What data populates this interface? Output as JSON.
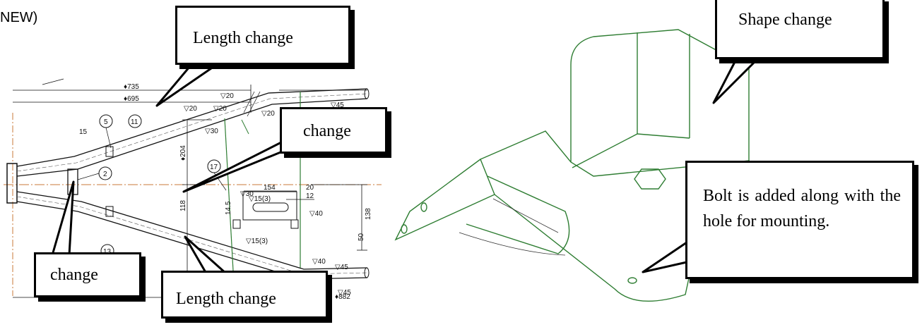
{
  "header_fragment": "NEW)",
  "callouts": {
    "length_top": "Length change",
    "change_middle": "change",
    "change_bottom_left": "change",
    "length_bottom": "Length change",
    "shape": "Shape change",
    "bolt": "Bolt is added along with the hole for mounting."
  },
  "drawing_labels": {
    "dim_735": "♦735",
    "dim_695": "♦695",
    "dim_204": "♦204",
    "dim_118": "118",
    "dim_154": "154",
    "dim_20": "20",
    "dim_12": "12",
    "dim_138": "138",
    "dim_50": "50",
    "dim_14_5": "14.5",
    "dim_882": "♦882",
    "weld_20a": "▽20",
    "weld_20b": "▽20",
    "weld_20c": "▽20",
    "weld_20d": "▽20",
    "weld_30a": "▽30",
    "weld_30b": "▽30",
    "weld_45a": "▽45",
    "weld_45b": "▽45",
    "weld_45c": "▽45",
    "weld_40a": "▽40",
    "weld_40b": "▽40",
    "weld_15_3a": "▽15(3)",
    "weld_15_3b": "▽15(3)",
    "weld_15": "15",
    "balloon_5": "5",
    "balloon_11": "11",
    "balloon_2": "2",
    "balloon_17": "17",
    "balloon_13": "13"
  },
  "colors": {
    "line": "#000000",
    "part_green": "#2e7d32",
    "centerline": "#c8793a"
  }
}
